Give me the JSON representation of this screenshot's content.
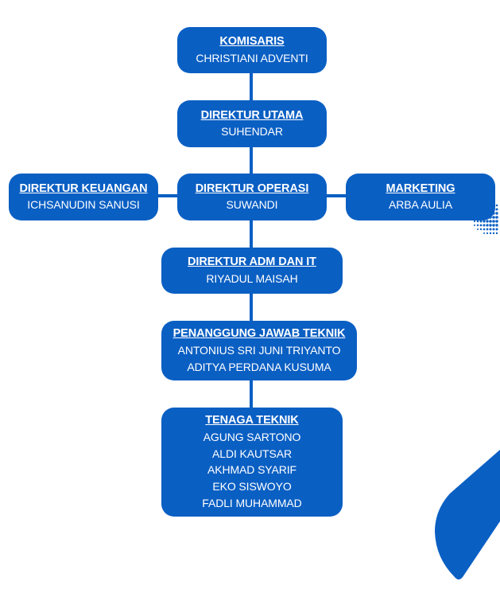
{
  "colors": {
    "box_fill": "#0a5fc3",
    "text": "#ffffff",
    "background": "#ffffff"
  },
  "org_chart": {
    "komisaris": {
      "title": "KOMISARIS",
      "names": [
        "CHRISTIANI ADVENTI"
      ]
    },
    "direktur_utama": {
      "title": "DIREKTUR UTAMA",
      "names": [
        "SUHENDAR"
      ]
    },
    "direktur_keuangan": {
      "title": "DIREKTUR KEUANGAN",
      "names": [
        "ICHSANUDIN SANUSI"
      ]
    },
    "direktur_operasi": {
      "title": "DIREKTUR OPERASI",
      "names": [
        "SUWANDI"
      ]
    },
    "marketing": {
      "title": "MARKETING",
      "names": [
        "ARBA AULIA"
      ]
    },
    "direktur_adm_it": {
      "title": "DIREKTUR ADM DAN IT",
      "names": [
        "RIYADUL MAISAH"
      ]
    },
    "penanggung_jawab_teknik": {
      "title": "PENANGGUNG JAWAB TEKNIK",
      "names": [
        "ANTONIUS SRI JUNI TRIYANTO",
        "ADITYA PERDANA KUSUMA"
      ]
    },
    "tenaga_teknik": {
      "title": "TENAGA TEKNIK",
      "names": [
        "AGUNG SARTONO",
        "ALDI KAUTSAR",
        "AKHMAD SYARIF",
        "EKO SISWOYO",
        "FADLI MUHAMMAD"
      ]
    }
  }
}
